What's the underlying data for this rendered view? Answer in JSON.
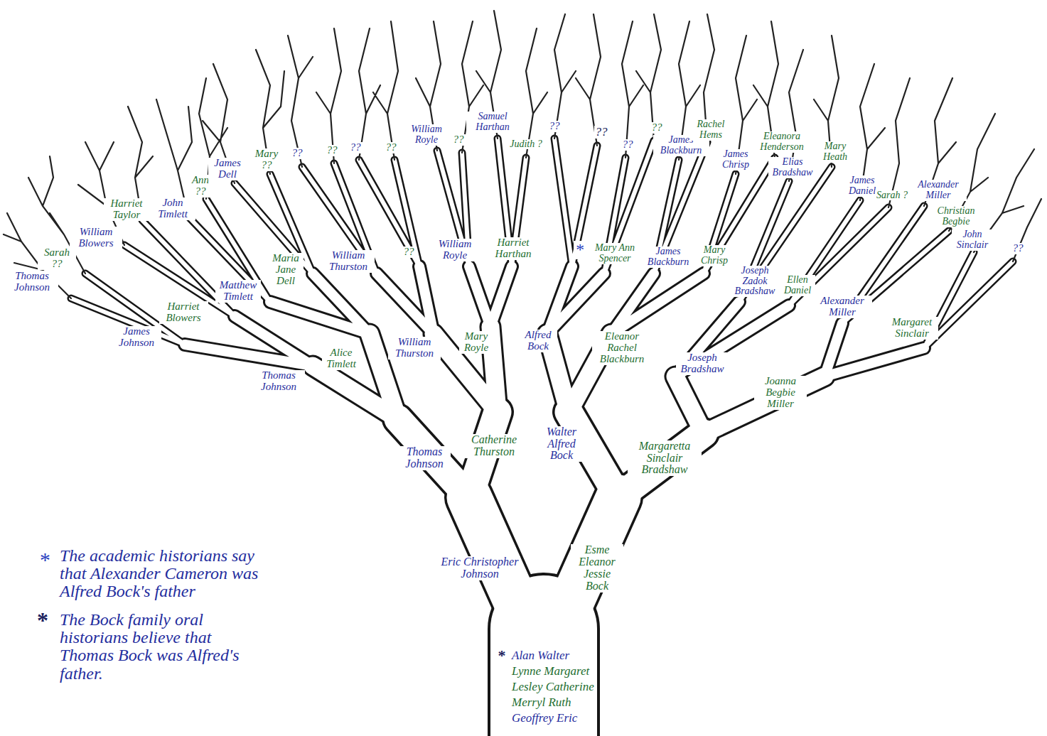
{
  "diagram": {
    "labels": [
      "Thomas Johnson",
      "Sarah ??",
      "William Blowers",
      "Harriet Taylor",
      "John Timlett",
      "Ann ??",
      "James Dell",
      "Mary ??",
      "??",
      "??",
      "??",
      "??",
      "William Royle",
      "??",
      "Samuel Harthan",
      "Judith ?",
      "??",
      "??",
      "??",
      "??",
      "James Blackburn",
      "Rachel Hems",
      "James Chrisp",
      "Eleanora Henderson",
      "Elias Bradshaw",
      "Mary Heath",
      "James Daniel",
      "Sarah ?",
      "Alexander Miller",
      "Christian Begbie",
      "John Sinclair",
      "??",
      "Maria Jane Dell",
      "William Thurston",
      "??",
      "William Royle",
      "Harriet Harthan",
      "*",
      "Mary Ann Spencer",
      "James Blackburn",
      "Mary Chrisp",
      "Joseph Zadok Bradshaw",
      "Ellen Daniel",
      "Alexander Miller",
      "Matthew Timlett",
      "Harriet Blowers",
      "James Johnson",
      "Margaret Sinclair",
      "Thomas Johnson",
      "Alice Timlett",
      "William Thurston",
      "Mary Royle",
      "Alfred Bock",
      "Eleanor Rachel Blackburn",
      "Joseph Bradshaw",
      "Joanna Begbie Miller",
      "Thomas Johnson",
      "Catherine Thurston",
      "Walter Alfred Bock",
      "Margaretta Sinclair Bradshaw",
      "Eric Christopher Johnson",
      "Esme Eleanor Jessie Bock",
      "*",
      "Alan Walter",
      "Lynne Margaret",
      "Lesley Catherine",
      "Merryl Ruth",
      "Geoffrey Eric",
      "*",
      "The academic historians say that Alexander Cameron was Alfred Bock's father",
      "*",
      "The Bock family oral historians believe that Thomas Bock was Alfred's father."
    ]
  }
}
